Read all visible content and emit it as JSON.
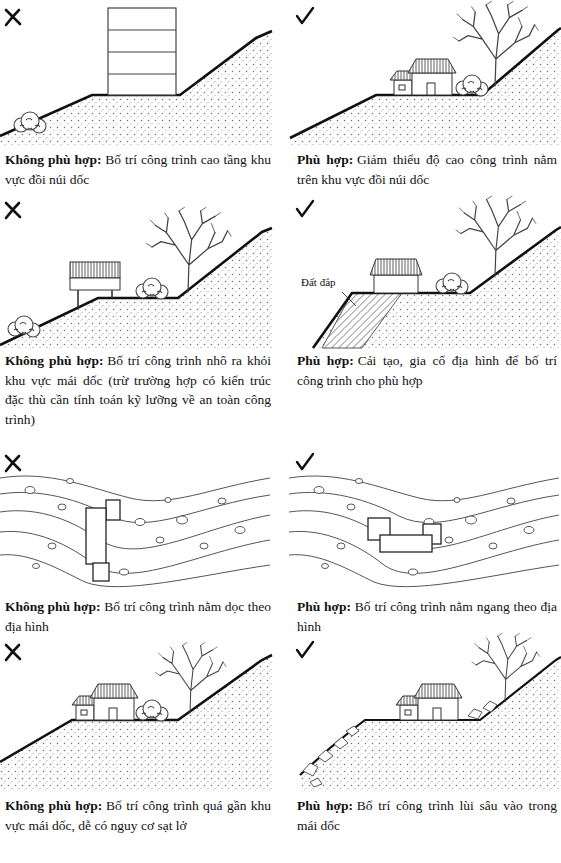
{
  "diagram": {
    "labels": [
      "Không phù hợp:",
      "Bố trí công trình cao tầng khu vực đồi núi dốc",
      "Phù hợp:",
      "Giảm thiểu độ cao công trình nằm trên khu vực đồi núi dốc",
      "Không phù hợp:",
      "Bố trí công trình nhô ra khỏi khu vực mái dốc (trừ trường hợp có kiến trúc đặc thù cần tính toán kỹ lưỡng về an toàn công trình)",
      "Đất đắp",
      "Phù hợp:",
      "Cải tạo, gia cố địa hình để bố trí công trình cho phù hợp",
      "Không phù hợp:",
      "Bố trí công trình nằm dọc theo địa hình",
      "Phù hợp:",
      "Bố trí công trình nằm ngang theo địa hình",
      "Không phù hợp:",
      "Bố trí công trình quá gần khu vực mái dốc, dễ có nguy cơ sạt lở",
      "Phù hợp:",
      "Bố trí công trình lùi sâu vào trong mái dốc"
    ]
  }
}
